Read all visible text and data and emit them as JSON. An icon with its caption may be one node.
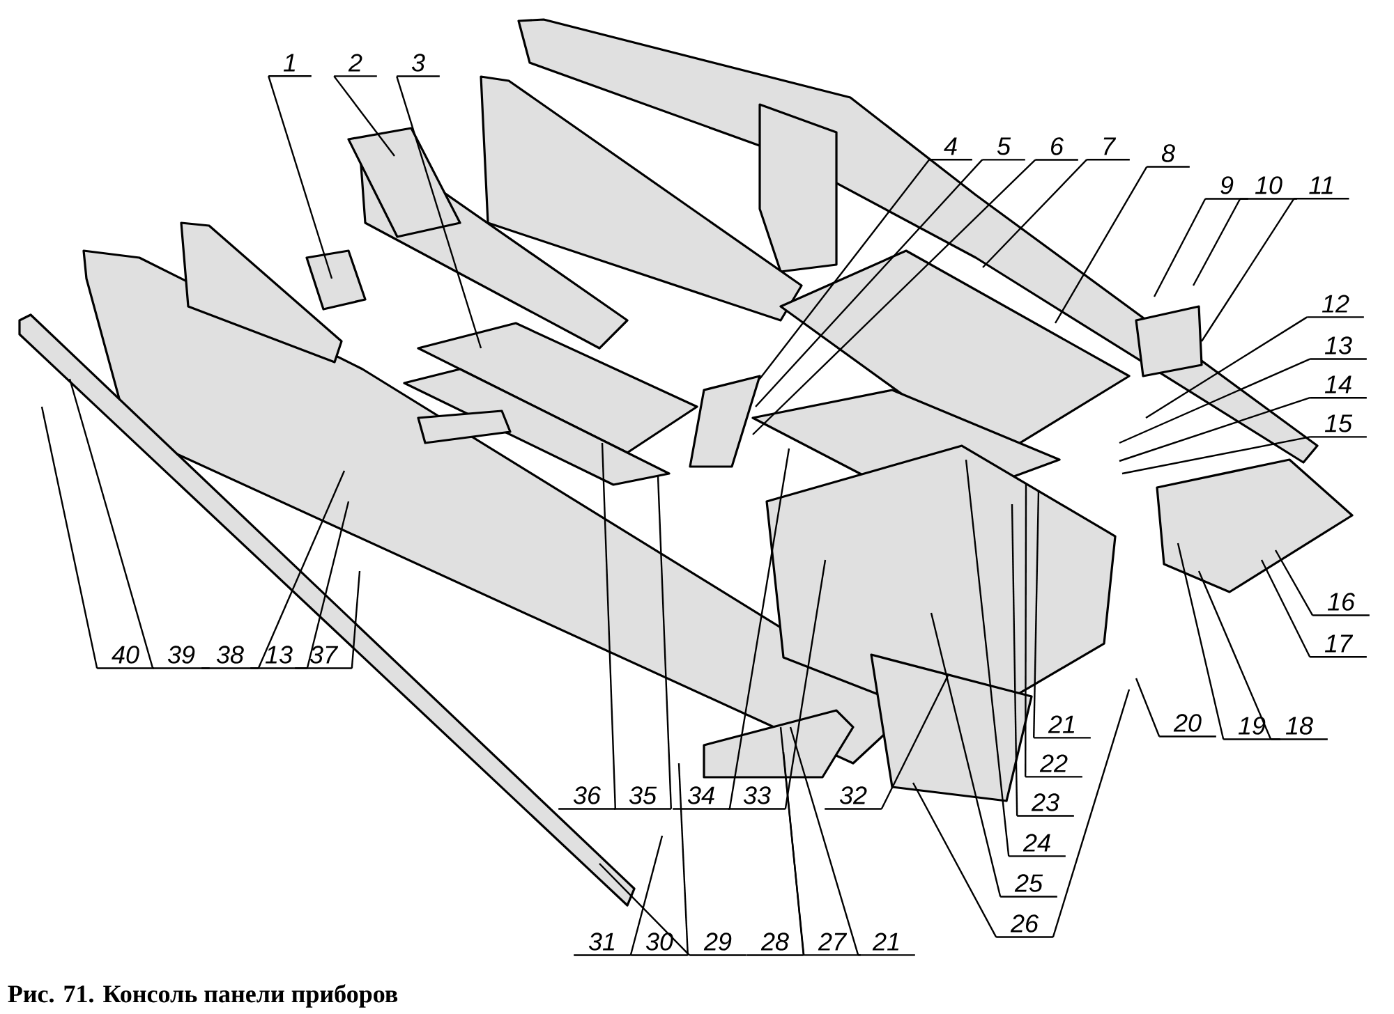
{
  "diagram": {
    "caption": "Рис. 71. Консоль панели приборов",
    "nodes": [
      {
        "text": [
          "1"
        ]
      },
      {
        "text": [
          "2"
        ]
      },
      {
        "text": [
          "3"
        ]
      },
      {
        "text": [
          "4"
        ]
      },
      {
        "text": [
          "5"
        ]
      },
      {
        "text": [
          "6"
        ]
      },
      {
        "text": [
          "7"
        ]
      },
      {
        "text": [
          "8"
        ]
      },
      {
        "text": [
          "9"
        ]
      },
      {
        "text": [
          "10"
        ]
      },
      {
        "text": [
          "11"
        ]
      },
      {
        "text": [
          "12"
        ]
      },
      {
        "text": [
          "13"
        ]
      },
      {
        "text": [
          "14"
        ]
      },
      {
        "text": [
          "15"
        ]
      },
      {
        "text": [
          "16"
        ]
      },
      {
        "text": [
          "17"
        ]
      },
      {
        "text": [
          "18"
        ]
      },
      {
        "text": [
          "19"
        ]
      },
      {
        "text": [
          "20"
        ]
      },
      {
        "text": [
          "21"
        ]
      },
      {
        "text": [
          "22"
        ]
      },
      {
        "text": [
          "23"
        ]
      },
      {
        "text": [
          "24"
        ]
      },
      {
        "text": [
          "25"
        ]
      },
      {
        "text": [
          "26"
        ]
      },
      {
        "text": [
          "27"
        ]
      },
      {
        "text": [
          "28"
        ]
      },
      {
        "text": [
          "29"
        ]
      },
      {
        "text": [
          "30"
        ]
      },
      {
        "text": [
          "31"
        ]
      },
      {
        "text": [
          "32"
        ]
      },
      {
        "text": [
          "33"
        ]
      },
      {
        "text": [
          "34"
        ]
      },
      {
        "text": [
          "35"
        ]
      },
      {
        "text": [
          "36"
        ]
      },
      {
        "text": [
          "37"
        ]
      },
      {
        "text": [
          "13"
        ]
      },
      {
        "text": [
          "38"
        ]
      },
      {
        "text": [
          "39"
        ]
      },
      {
        "text": [
          "40"
        ]
      },
      {
        "text": [
          "21"
        ]
      }
    ],
    "edges": [
      {
        "from": 0,
        "to": null,
        "arrow": "none"
      },
      {
        "from": 1,
        "to": null,
        "arrow": "none"
      },
      {
        "from": 2,
        "to": null,
        "arrow": "none"
      },
      {
        "from": 3,
        "to": null,
        "arrow": "none"
      },
      {
        "from": 4,
        "to": null,
        "arrow": "none"
      },
      {
        "from": 5,
        "to": null,
        "arrow": "none"
      },
      {
        "from": 6,
        "to": null,
        "arrow": "none"
      },
      {
        "from": 7,
        "to": null,
        "arrow": "none"
      },
      {
        "from": 8,
        "to": null,
        "arrow": "none"
      },
      {
        "from": 9,
        "to": null,
        "arrow": "none"
      },
      {
        "from": 10,
        "to": null,
        "arrow": "none"
      },
      {
        "from": 11,
        "to": null,
        "arrow": "none"
      },
      {
        "from": 12,
        "to": null,
        "arrow": "none"
      },
      {
        "from": 13,
        "to": null,
        "arrow": "none"
      },
      {
        "from": 14,
        "to": null,
        "arrow": "none"
      },
      {
        "from": 15,
        "to": null,
        "arrow": "none"
      },
      {
        "from": 16,
        "to": null,
        "arrow": "none"
      },
      {
        "from": 17,
        "to": null,
        "arrow": "none"
      },
      {
        "from": 18,
        "to": null,
        "arrow": "none"
      },
      {
        "from": 19,
        "to": null,
        "arrow": "none"
      },
      {
        "from": 20,
        "to": null,
        "arrow": "none"
      },
      {
        "from": 21,
        "to": null,
        "arrow": "none"
      },
      {
        "from": 22,
        "to": null,
        "arrow": "none"
      },
      {
        "from": 23,
        "to": null,
        "arrow": "none"
      },
      {
        "from": 24,
        "to": null,
        "arrow": "none"
      },
      {
        "from": 25,
        "to": null,
        "arrow": "none"
      },
      {
        "from": 25,
        "to": null,
        "arrow": "none"
      },
      {
        "from": 26,
        "to": null,
        "arrow": "none"
      },
      {
        "from": 27,
        "to": null,
        "arrow": "none"
      },
      {
        "from": 28,
        "to": null,
        "arrow": "none"
      },
      {
        "from": 29,
        "to": null,
        "arrow": "none"
      },
      {
        "from": 30,
        "to": null,
        "arrow": "none"
      },
      {
        "from": 31,
        "to": null,
        "arrow": "none"
      },
      {
        "from": 32,
        "to": null,
        "arrow": "none"
      },
      {
        "from": 33,
        "to": null,
        "arrow": "none"
      },
      {
        "from": 34,
        "to": null,
        "arrow": "none"
      },
      {
        "from": 35,
        "to": null,
        "arrow": "none"
      },
      {
        "from": 36,
        "to": null,
        "arrow": "none"
      },
      {
        "from": 37,
        "to": null,
        "arrow": "none"
      },
      {
        "from": 38,
        "to": null,
        "arrow": "none"
      },
      {
        "from": 39,
        "to": null,
        "arrow": "none"
      },
      {
        "from": 40,
        "to": null,
        "arrow": "none"
      },
      {
        "from": 41,
        "to": null,
        "arrow": "none"
      }
    ]
  }
}
